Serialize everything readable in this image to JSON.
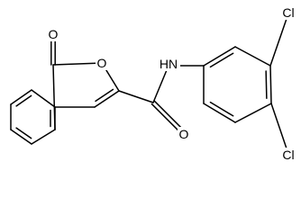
{
  "molecule": {
    "atoms": {
      "carbonyl_oxygen": "O",
      "ring_oxygen": "O",
      "amide_nitrogen": "HN",
      "amide_oxygen": "O",
      "chlorine_top": "Cl",
      "chlorine_bottom": "Cl"
    },
    "colors": {
      "bond": "#000000",
      "label": "#000000",
      "background": "#ffffff"
    }
  }
}
